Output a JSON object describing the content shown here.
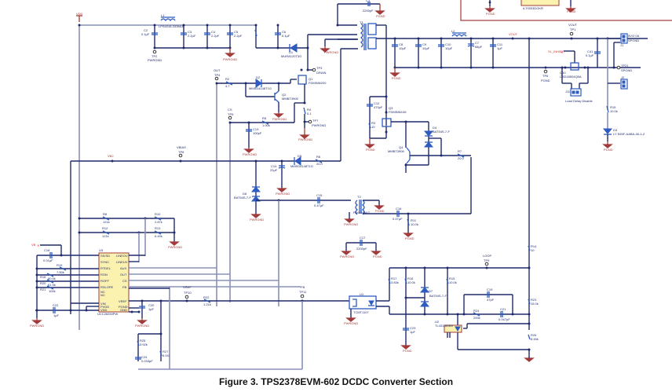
{
  "figure": {
    "caption": "Figure 3. TPS2378EVM-602 DCDC Converter Section"
  },
  "nets": {
    "vdd": "VDD",
    "vout": "VOUT",
    "pwrgnd": "PWRGND",
    "pgnd": "PGND",
    "vb": "VB",
    "vbias": "VBIAS",
    "vb2": "VB2",
    "out": "OUT",
    "cs": "CS",
    "fb": "FB",
    "vref": "VREF",
    "loop": "LOOP",
    "drain": "DRAIN",
    "sw_5v2a": "5V/2.0A",
    "spgnd": "SPGND",
    "sl_inhibit": "SL_INHIBIT"
  },
  "test_points": [
    {
      "ref": "TP1",
      "net": "VOUT"
    },
    {
      "ref": "TP2",
      "net": "PWRGND"
    },
    {
      "ref": "TP3",
      "net": "DRAIN"
    },
    {
      "ref": "TP4",
      "net": "OUT"
    },
    {
      "ref": "TP5",
      "net": "CS"
    },
    {
      "ref": "TP6",
      "net": "PGND"
    },
    {
      "ref": "TP7",
      "net": "PWRGND"
    },
    {
      "ref": "TP8",
      "net": "VBIAS"
    },
    {
      "ref": "TP9",
      "net": "LOOP"
    },
    {
      "ref": "TP10",
      "net": "VREF"
    },
    {
      "ref": "TP11",
      "net": "FB"
    },
    {
      "ref": "TP21",
      "net": "SPGND"
    }
  ],
  "components": {
    "L1": {
      "ref": "L1",
      "value": "LPS4018-333MLB"
    },
    "L2": {
      "ref": "L2",
      "value": ""
    },
    "C1": {
      "ref": "C1",
      "value": "2200pF"
    },
    "C2": {
      "ref": "C2",
      "value": "0.1µF"
    },
    "C3": {
      "ref": "C3",
      "value": "2.2µF"
    },
    "C4": {
      "ref": "C4",
      "value": "2.2µF"
    },
    "C5": {
      "ref": "C5",
      "value": "2.2µF"
    },
    "C6": {
      "ref": "C6",
      "value": "0.1µF"
    },
    "C7": {
      "ref": "C7",
      "value": "68µF"
    },
    "C8": {
      "ref": "C8",
      "value": "10µF"
    },
    "C9": {
      "ref": "C9",
      "value": "10µF"
    },
    "C10": {
      "ref": "C10",
      "value": "10µF"
    },
    "C11": {
      "ref": "C11",
      "value": "1µF"
    },
    "C12": {
      "ref": "C12",
      "value": "470pF"
    },
    "C13": {
      "ref": "C13",
      "value": "100pF"
    },
    "C14": {
      "ref": "C14",
      "value": "22µF"
    },
    "C15": {
      "ref": "C15",
      "value": "0.47µF"
    },
    "C16": {
      "ref": "C16",
      "value": "0.47µF"
    },
    "C17": {
      "ref": "C17",
      "value": "2200pF"
    },
    "C18": {
      "ref": "C18",
      "value": "0.01µF"
    },
    "C19": {
      "ref": "C19",
      "value": "47pF"
    },
    "C20": {
      "ref": "C20",
      "value": "1µF"
    },
    "C21": {
      "ref": "C21",
      "value": "0.047µF"
    },
    "C22": {
      "ref": "C22",
      "value": "1µF"
    },
    "C23": {
      "ref": "C23",
      "value": "1µF"
    },
    "C24": {
      "ref": "C24",
      "value": "0.033µF"
    },
    "C41": {
      "ref": "C41",
      "value": "0.1µF"
    },
    "R2": {
      "ref": "R2",
      "value": "4.7"
    },
    "R3": {
      "ref": "R3",
      "value": "10"
    },
    "R4": {
      "ref": "R4",
      "value": "0.1"
    },
    "R5": {
      "ref": "R5",
      "value": "1.00k"
    },
    "R6": {
      "ref": "R6",
      "value": "20.0"
    },
    "R7": {
      "ref": "R7",
      "value": "20.0"
    },
    "R8": {
      "ref": "R8",
      "value": "121k"
    },
    "R10": {
      "ref": "R10",
      "value": "2.87k"
    },
    "R11": {
      "ref": "R11",
      "value": "10.0k"
    },
    "R12": {
      "ref": "R12",
      "value": "121k"
    },
    "R13": {
      "ref": "R13",
      "value": "6.49k"
    },
    "R14": {
      "ref": "R14",
      "value": "10"
    },
    "R15": {
      "ref": "R15",
      "value": "10.0k"
    },
    "R16": {
      "ref": "R16",
      "value": "10.0k"
    },
    "R17": {
      "ref": "R17",
      "value": "3.83k"
    },
    "R18": {
      "ref": "R18",
      "value": "80.6k"
    },
    "R19": {
      "ref": "R19",
      "value": "7.50k"
    },
    "R20": {
      "ref": "R20",
      "value": "61.9k"
    },
    "R21": {
      "ref": "R21",
      "value": "100k"
    },
    "R22": {
      "ref": "R22",
      "value": "1.21k"
    },
    "R23": {
      "ref": "R23",
      "value": "15.0k"
    },
    "R24": {
      "ref": "R24",
      "value": "200k"
    },
    "R25": {
      "ref": "R25",
      "value": "3.92k"
    },
    "R26": {
      "ref": "R26",
      "value": "8.45k"
    },
    "R27": {
      "ref": "R27",
      "value": "6.04k"
    },
    "D1": {
      "ref": "D1",
      "value": "MURA120T3G"
    },
    "D2": {
      "ref": "D2",
      "value": "MMSD4148T1G"
    },
    "D3": {
      "ref": "D3",
      "value": "LY E65F-AABA-46-1-Z"
    },
    "D4": {
      "ref": "D4",
      "value": "BAT54S-7-F"
    },
    "D5": {
      "ref": "D5",
      "value": "MMSD4148T1G"
    },
    "D6": {
      "ref": "D6",
      "value": "BAT54S-7-F"
    },
    "D7": {
      "ref": "D7",
      "value": "BAT54S-7-F"
    },
    "Q1": {
      "ref": "Q1",
      "value": "FDMS86200"
    },
    "Q2": {
      "ref": "Q2",
      "value": "MMBT3906"
    },
    "Q3": {
      "ref": "Q3",
      "value": "FDMS86106"
    },
    "Q4": {
      "ref": "Q4",
      "value": "MMBT3906"
    },
    "Q10": {
      "ref": "Q10",
      "value": "CSD18504Q5A"
    },
    "T1": {
      "ref": "T1",
      "value": ""
    },
    "T2": {
      "ref": "T2",
      "value": "PA0184NLT"
    },
    "U1": {
      "ref": "U1",
      "value": "TCMT1107"
    },
    "U2": {
      "ref": "U2",
      "value": "TL431AIDBV"
    },
    "U3": {
      "ref": "U3",
      "value": "UCC28250PW"
    },
    "J1": {
      "ref": "J1",
      "value": ""
    },
    "J2": {
      "ref": "J2",
      "value": ""
    },
    "J11": {
      "ref": "J11",
      "value": "Load Delay Disable"
    },
    "top_ic": {
      "ref": "",
      "value": "ILT0003DGKR"
    }
  },
  "u3_pins": {
    "left": [
      "SS/SD",
      "SYNC",
      "RTDEL",
      "RON",
      "ROFF",
      "RSLOPE",
      "NC",
      "NC",
      "VIN",
      "PVDD",
      "VDD"
    ],
    "right": [
      "LINEOV",
      "LINEUV",
      "AUX",
      "OUT",
      "CS",
      "FB",
      "VREF",
      "PGND",
      "GND"
    ]
  }
}
